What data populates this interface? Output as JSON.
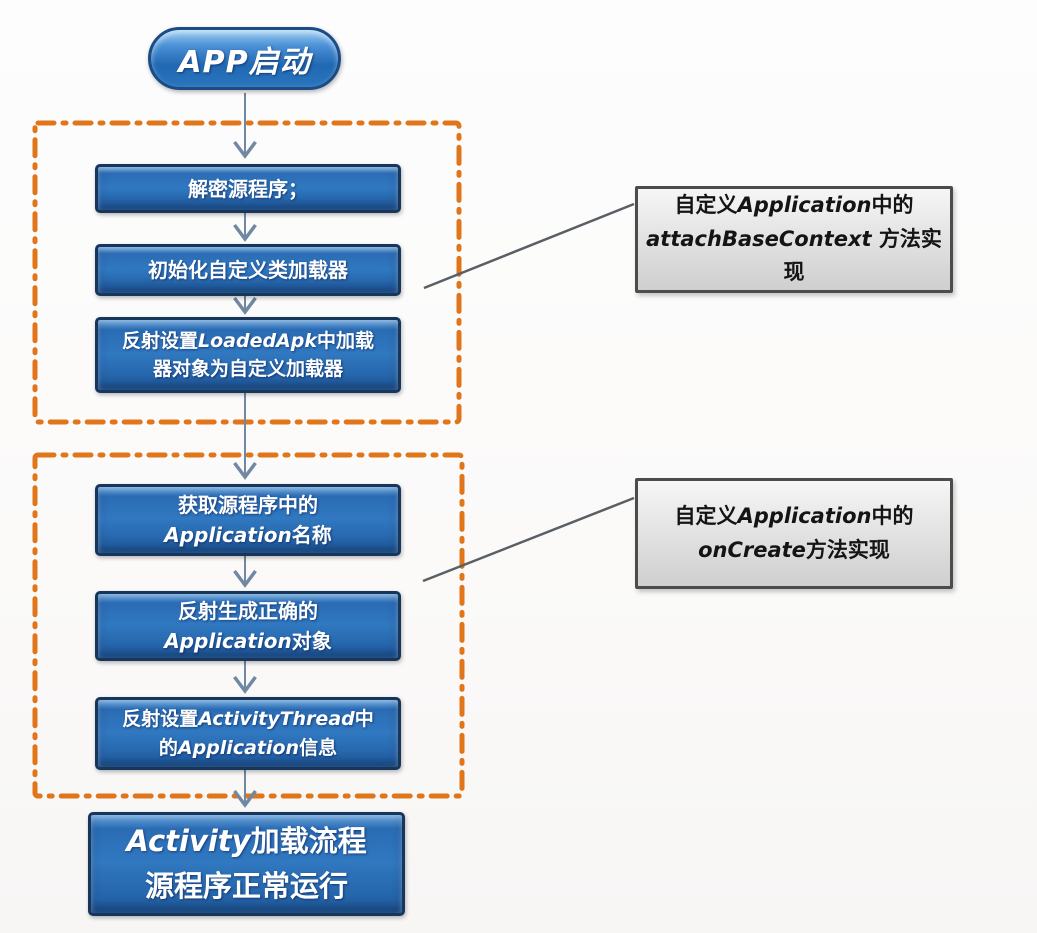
{
  "diagram": {
    "description": "Android app packing/unpacking startup flowchart",
    "colors": {
      "node_fill_blue": "#2e74bc",
      "node_border_navy": "#16365c",
      "dashed_border_orange": "#e0751a",
      "arrow_gray_blue": "#7188a3",
      "callout_line_gray": "#5a5f66",
      "callout_bg_gray": "#e4e4e4",
      "callout_border_gray": "#4c4c4c"
    },
    "start": {
      "lines": [
        [
          {
            "t": "APP",
            "i": true
          },
          {
            "t": "启动"
          }
        ]
      ]
    },
    "phase1": {
      "nodes": [
        {
          "id": "decrypt-source",
          "lines": [
            [
              {
                "t": "解密源程序；"
              }
            ]
          ]
        },
        {
          "id": "init-custom-classloader",
          "lines": [
            [
              {
                "t": "初始化自定义类加载器"
              }
            ]
          ]
        },
        {
          "id": "set-loadedapk-loader",
          "lines": [
            [
              {
                "t": "反射设置"
              },
              {
                "t": "LoadedApk",
                "i": true
              },
              {
                "t": "中加载"
              }
            ],
            [
              {
                "t": "器对象为自定义加载器"
              }
            ]
          ]
        }
      ]
    },
    "phase2": {
      "nodes": [
        {
          "id": "get-application-name",
          "lines": [
            [
              {
                "t": "获取源程序中的"
              }
            ],
            [
              {
                "t": "Application",
                "i": true
              },
              {
                "t": "名称"
              }
            ]
          ]
        },
        {
          "id": "create-application",
          "lines": [
            [
              {
                "t": "反射生成正确的"
              }
            ],
            [
              {
                "t": "Application",
                "i": true
              },
              {
                "t": "对象"
              }
            ]
          ]
        },
        {
          "id": "set-activitythread-info",
          "lines": [
            [
              {
                "t": "反射设置"
              },
              {
                "t": "ActivityThread",
                "i": true
              },
              {
                "t": "中"
              }
            ],
            [
              {
                "t": "的"
              },
              {
                "t": "Application",
                "i": true
              },
              {
                "t": "信息"
              }
            ]
          ]
        }
      ]
    },
    "end": {
      "lines": [
        [
          {
            "t": "Activity",
            "i": true
          },
          {
            "t": "加载流程"
          }
        ],
        [
          {
            "t": "源程序正常运行"
          }
        ]
      ]
    },
    "callouts": [
      {
        "id": "attachbasecontext",
        "lines": [
          [
            {
              "t": "自定义"
            },
            {
              "t": "Application",
              "i": true
            },
            {
              "t": "中的"
            }
          ],
          [
            {
              "t": "attachBaseContext ",
              "i": true
            },
            {
              "t": "方法实现"
            }
          ]
        ]
      },
      {
        "id": "oncreate",
        "lines": [
          [
            {
              "t": "自定义"
            },
            {
              "t": "Application",
              "i": true
            },
            {
              "t": "中的"
            }
          ],
          [
            {
              "t": "onCreate",
              "i": true
            },
            {
              "t": "方法实现"
            }
          ]
        ]
      }
    ]
  }
}
